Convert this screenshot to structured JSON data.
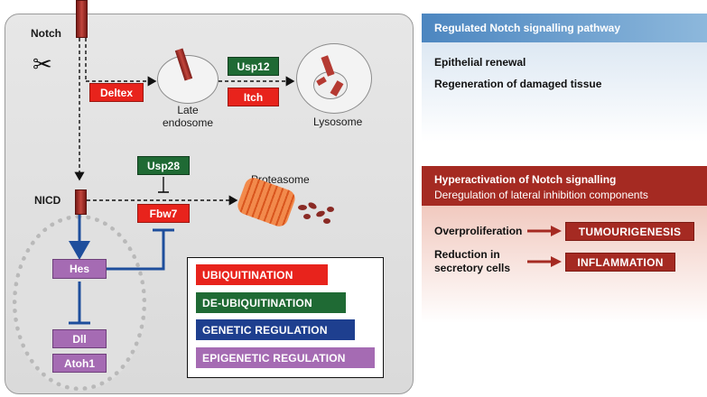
{
  "left": {
    "notch_label": "Notch",
    "nicd_label": "NICD",
    "deltex": "Deltex",
    "late_endosome": "Late\nendosome",
    "usp12": "Usp12",
    "itch": "Itch",
    "lysosome": "Lysosome",
    "usp28": "Usp28",
    "fbw7": "Fbw7",
    "proteasome": "Proteasome",
    "hes": "Hes",
    "dll": "Dll",
    "atoh1": "Atoh1"
  },
  "legend": {
    "items": [
      {
        "label": "UBIQUITINATION",
        "color": "#e8231c"
      },
      {
        "label": "DE-UBIQUITINATION",
        "color": "#1f6a34"
      },
      {
        "label": "GENETIC REGULATION",
        "color": "#1e3f8f"
      },
      {
        "label": "EPIGENETIC REGULATION",
        "color": "#a56bb3"
      }
    ]
  },
  "right": {
    "regulated_header": "Regulated Notch signalling pathway",
    "regulated_items": [
      "Epithelial renewal",
      "Regeneration of damaged tissue"
    ],
    "hyper_header": "Hyperactivation of Notch signalling",
    "hyper_subheader": "Deregulation of lateral inhibition components",
    "overproliferation": "Overproliferation",
    "tumourigenesis": "TUMOURIGENESIS",
    "reduction": "Reduction in\nsecretory cells",
    "inflammation": "INFLAMMATION"
  },
  "colors": {
    "red": "#e8231c",
    "green": "#1f6a34",
    "blue": "#1e3f8f",
    "purple": "#a56bb3",
    "dark_red": "#a52a22",
    "steel_blue": "#5b8fc2"
  }
}
